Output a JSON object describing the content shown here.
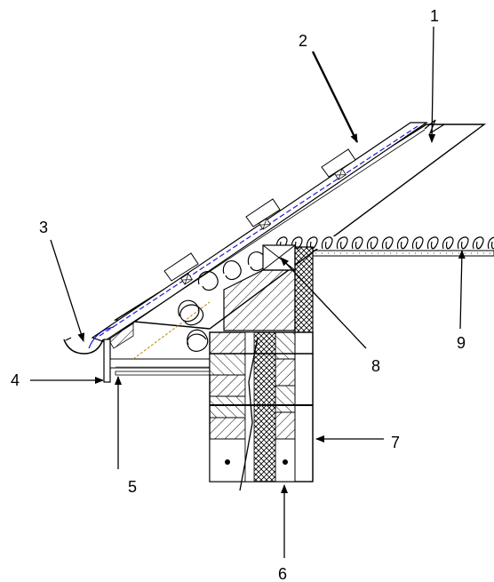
{
  "callouts": {
    "c1": "1",
    "c2": "2",
    "c3": "3",
    "c4": "4",
    "c5": "5",
    "c6": "6",
    "c7": "7",
    "c8": "8",
    "c9": "9"
  },
  "colors": {
    "line": "#000000",
    "membrane": "#1a1acc",
    "accent_line": "#b8860b",
    "hatch": "#000000",
    "background": "#ffffff"
  }
}
